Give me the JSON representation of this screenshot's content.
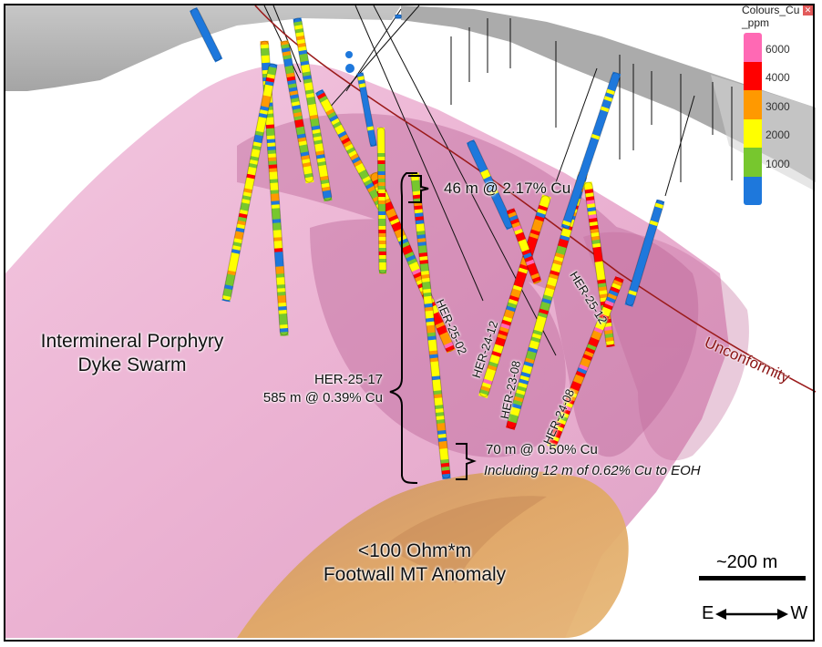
{
  "figure": {
    "description": "3D geological section with colour-coded Cu assay drill holes"
  },
  "legend": {
    "title_line1": "Colours_Cu",
    "title_line2": "_ppm",
    "close_icon": "close-icon",
    "bins": [
      {
        "label": "6000",
        "color": "#ff69b4"
      },
      {
        "label": "4000",
        "color": "#ff0000"
      },
      {
        "label": "3000",
        "color": "#ff9900"
      },
      {
        "label": "2000",
        "color": "#ffff00"
      },
      {
        "label": "1000",
        "color": "#77c72e"
      },
      {
        "label": "",
        "color": "#1e78dc"
      }
    ]
  },
  "labels": {
    "dyke_line1": "Intermineral Porphyry",
    "dyke_line2": "Dyke Swarm",
    "anomaly_line1": "<100 Ohm*m",
    "anomaly_line2": "Footwall MT Anomaly",
    "unconformity": "Unconformity",
    "intercept_top": "46 m @ 2.17% Cu",
    "main_hole": "HER-25-17",
    "main_intercept": "585 m @ 0.39% Cu",
    "lower_intercept": "70 m @ 0.50% Cu",
    "lower_including": "Including 12 m of 0.62% Cu to EOH"
  },
  "drill_holes": [
    {
      "id": "HER-25-02"
    },
    {
      "id": "HER-24-12"
    },
    {
      "id": "HER-23-08"
    },
    {
      "id": "HER-24-08"
    },
    {
      "id": "HER-25-12"
    }
  ],
  "scale": {
    "label": "~200 m",
    "orientation_left": "E",
    "orientation_right": "W"
  },
  "colors": {
    "dyke_pink": "#e8a8cc",
    "dyke_dark": "#b0528a",
    "anomaly_orange": "#d9a060",
    "surface_gray": "#a0a0a0",
    "unconformity_red": "#9b1b1b"
  }
}
